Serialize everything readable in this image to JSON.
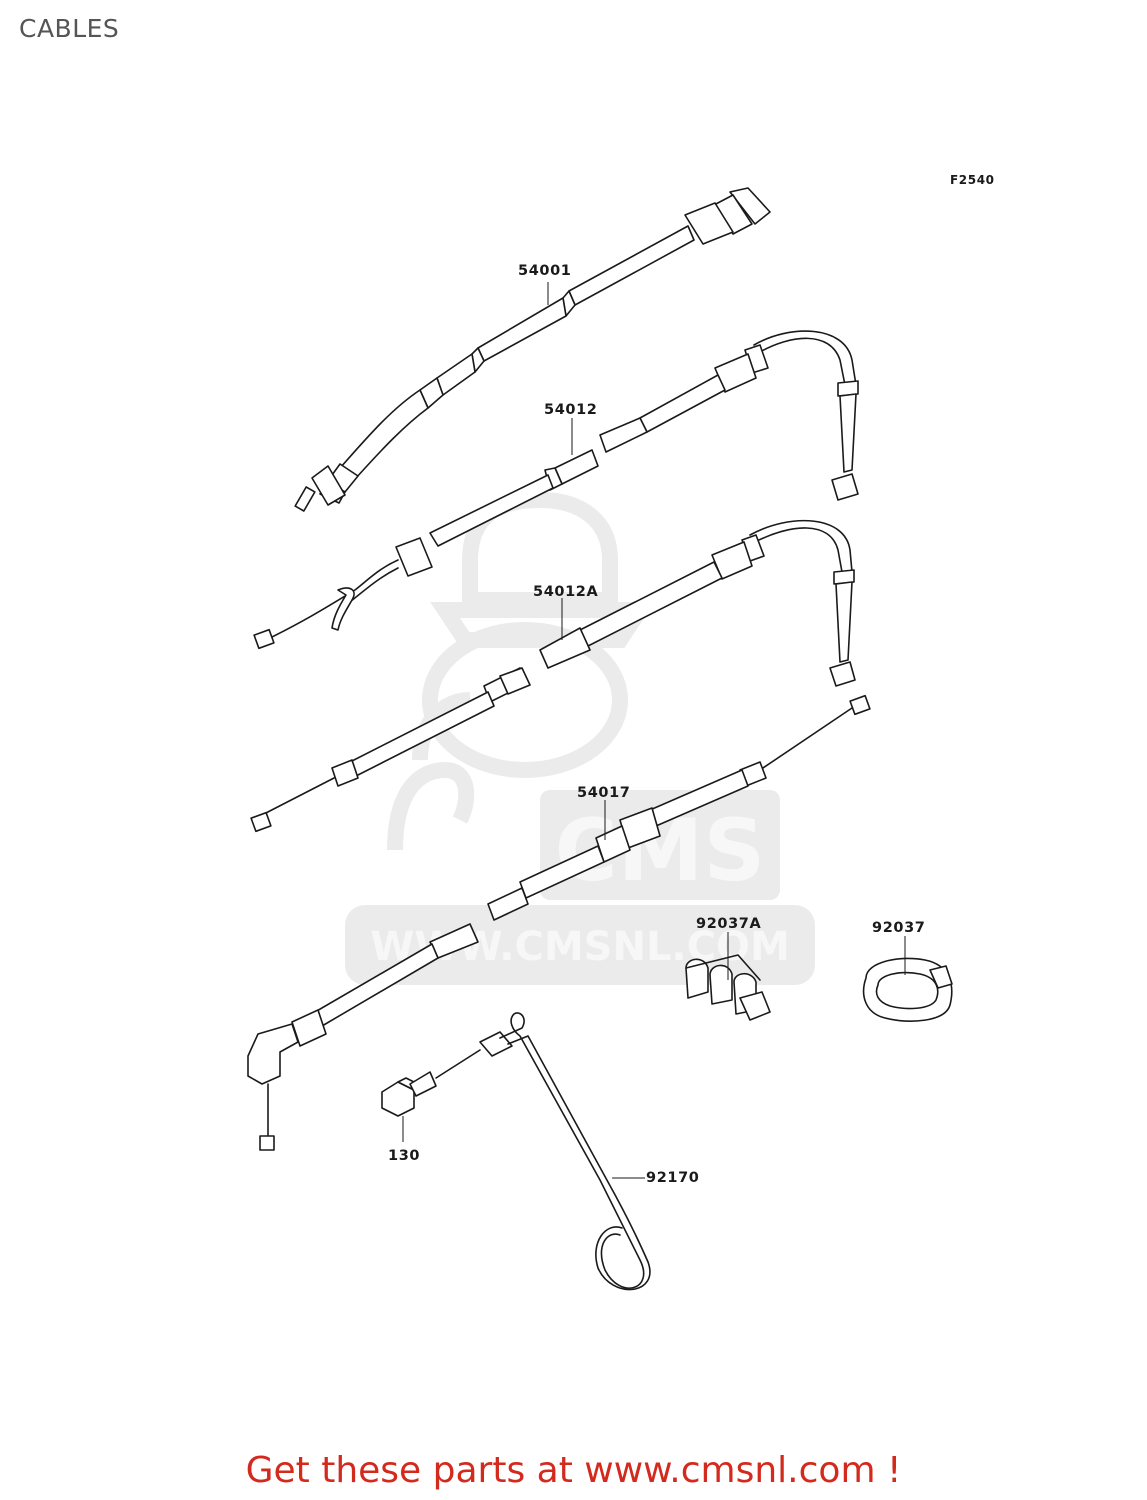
{
  "page": {
    "title": "CABLES",
    "figure_code": "F2540",
    "footer": "Get these parts at www.cmsnl.com !"
  },
  "watermark": {
    "letters": "CMS",
    "url": "WWW.CMSNL.COM"
  },
  "parts": [
    {
      "id": "54001",
      "label": "54001"
    },
    {
      "id": "54012",
      "label": "54012"
    },
    {
      "id": "54012A",
      "label": "54012A"
    },
    {
      "id": "54017",
      "label": "54017"
    },
    {
      "id": "92037A",
      "label": "92037A"
    },
    {
      "id": "92037",
      "label": "92037"
    },
    {
      "id": "130",
      "label": "130"
    },
    {
      "id": "92170",
      "label": "92170"
    }
  ],
  "colors": {
    "footer_text": "#d42a1e",
    "title_text": "#555555",
    "line_art": "#1a1a1a",
    "watermark": "#ececec"
  }
}
